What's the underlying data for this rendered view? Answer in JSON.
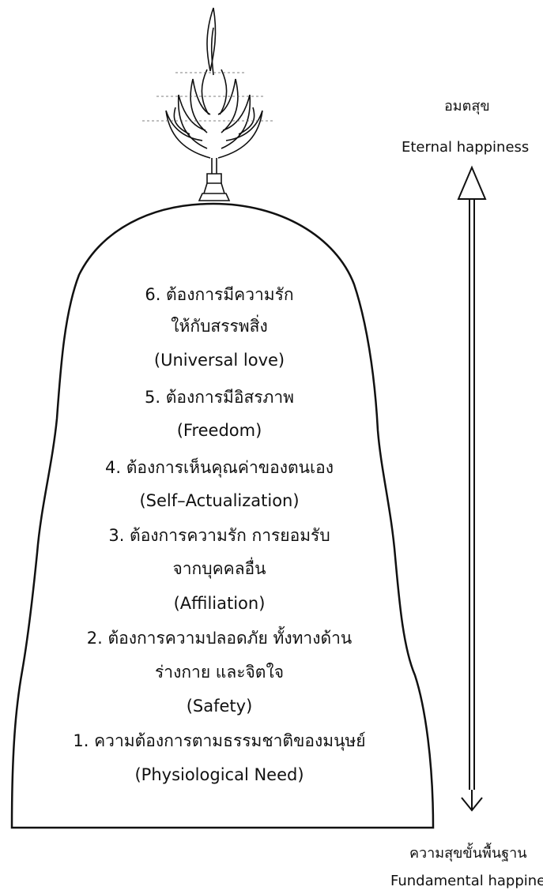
{
  "top_label": {
    "thai": "อมตสุข",
    "english": "Eternal happiness"
  },
  "bottom_label": {
    "thai": "ความสุขขั้นพื้นฐาน",
    "english": "Fundamental happines"
  },
  "levels": [
    {
      "line1": "6.  ต้องการมีความรัก",
      "line2": "ให้กับสรรพสิ่ง",
      "english": "(Universal love)"
    },
    {
      "line1": "5.  ต้องการมีอิสรภาพ",
      "english": "(Freedom)"
    },
    {
      "line1": "4.  ต้องการเห็นคุณค่าของตนเอง",
      "english": "(Self–Actualization)"
    },
    {
      "line1": "3.  ต้องการความรัก การยอมรับ",
      "line2": "จากบุคคลอื่น",
      "english": "(Affiliation)"
    },
    {
      "line1": "2.  ต้องการความปลอดภัย ทั้งทางด้าน",
      "line2": "ร่างกาย และจิตใจ",
      "english": "(Safety)"
    },
    {
      "line1": "1.  ความต้องการตามธรรมชาติของมนุษย์",
      "english": "(Physiological Need)"
    }
  ],
  "colors": {
    "ink": "#111111",
    "background": "#ffffff"
  }
}
